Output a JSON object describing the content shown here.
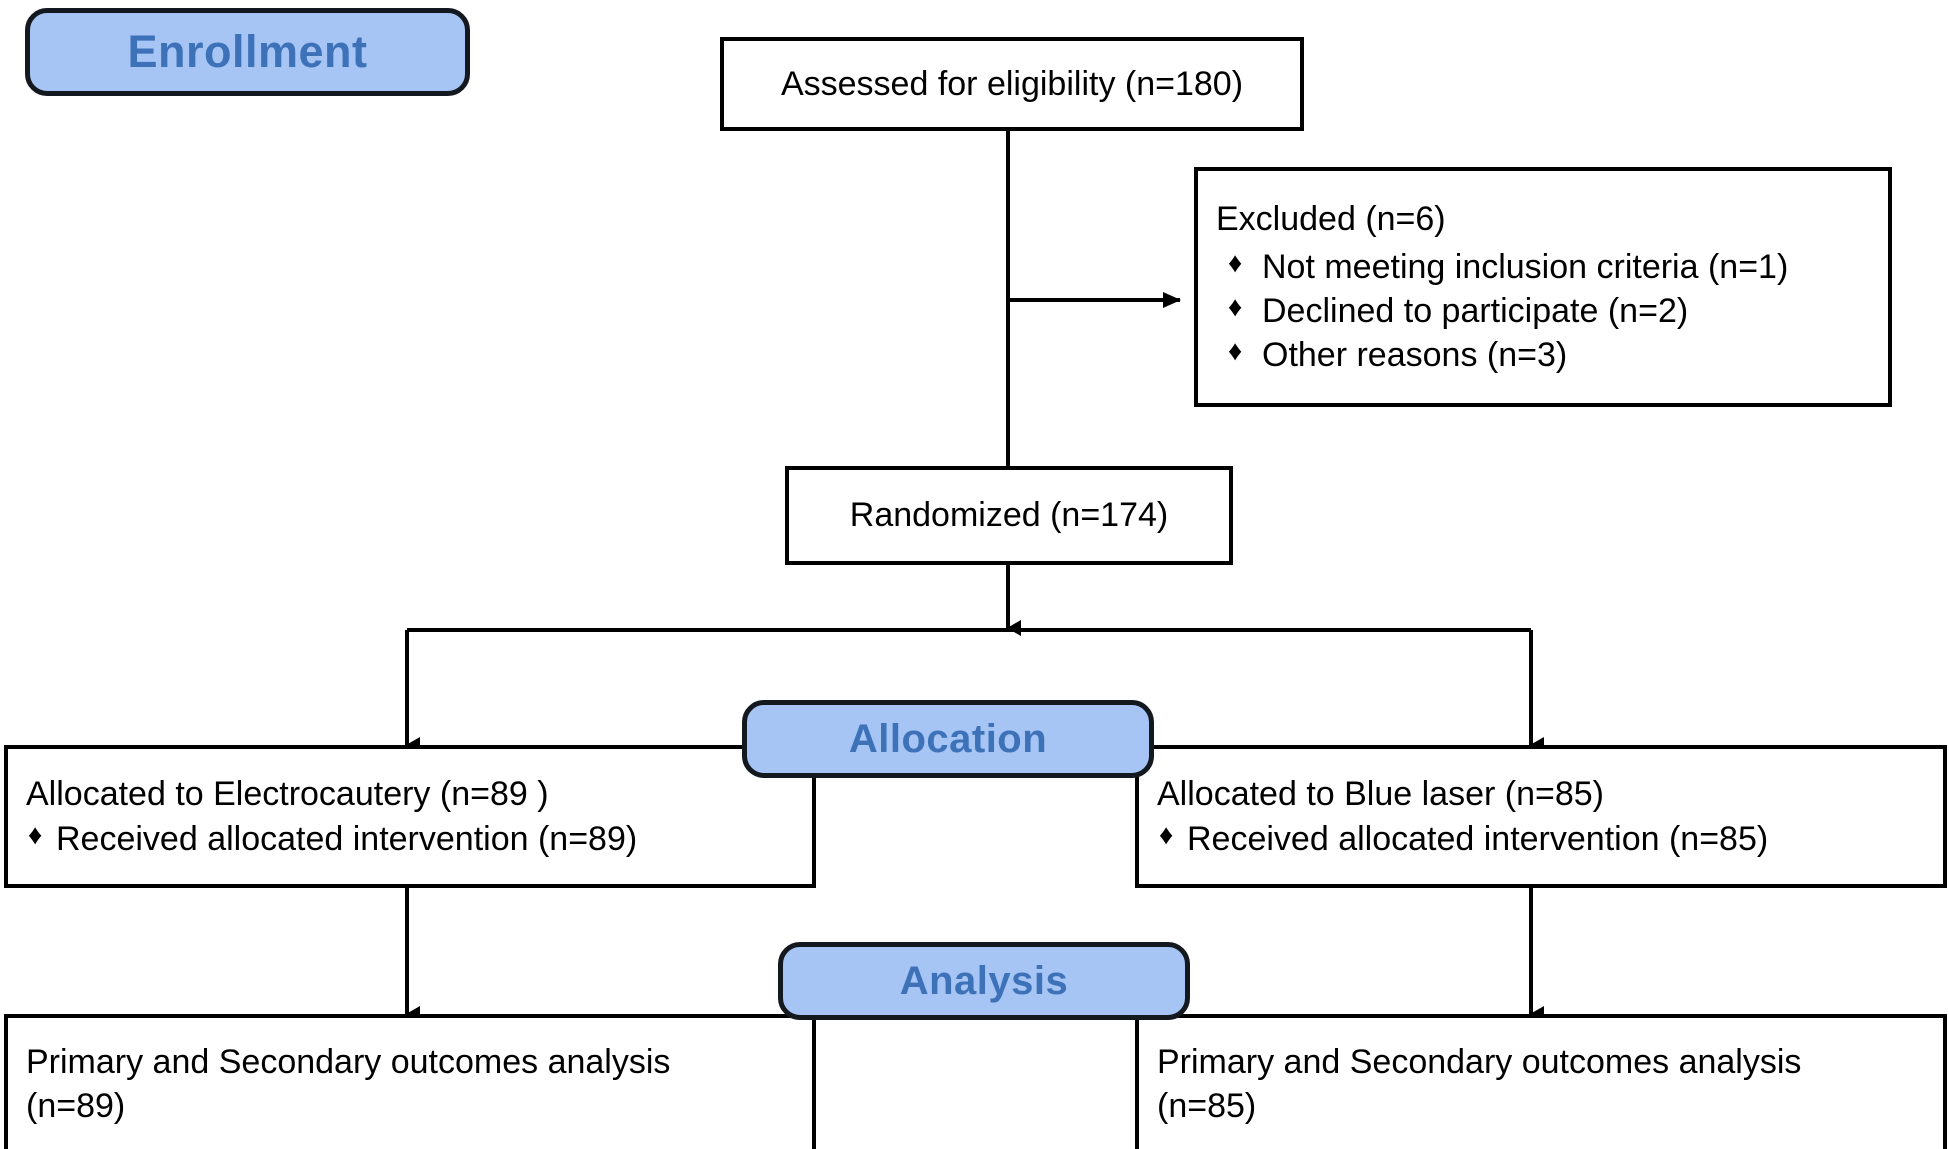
{
  "diagram": {
    "title": "CONSORT participant flow diagram",
    "type": "flowchart",
    "colors": {
      "banner_fill": "#a6c4f4",
      "banner_border": "#13191f",
      "banner_text": "#3d72b8",
      "box_border": "#000000",
      "box_fill": "#ffffff",
      "connector": "#000000"
    }
  },
  "banners": {
    "enrollment": "Enrollment",
    "allocation": "Allocation",
    "analysis": "Analysis"
  },
  "boxes": {
    "assessed": {
      "text": "Assessed for eligibility (n=180)"
    },
    "excluded": {
      "heading": "Excluded  (n=6)",
      "reasons": [
        "Not meeting inclusion criteria (n=1)",
        "Declined to participate (n=2)",
        "Other reasons (n=3)"
      ],
      "bullet": "♦"
    },
    "randomized": {
      "text": "Randomized (n=174)"
    },
    "allocated_left": {
      "heading": "Allocated to Electrocautery (n=89 )",
      "items": [
        "Received allocated intervention (n=89)"
      ],
      "bullet": "♦"
    },
    "allocated_right": {
      "heading": "Allocated to Blue laser (n=85)",
      "items": [
        "Received allocated intervention (n=85)"
      ],
      "bullet": "♦"
    },
    "analysis_left": {
      "line1": "Primary and Secondary outcomes analysis",
      "line2": "(n=89)"
    },
    "analysis_right": {
      "line1": "Primary and Secondary outcomes analysis",
      "line2": "(n=85)"
    }
  },
  "chart_data": {
    "type": "flow",
    "title": "CONSORT flow diagram",
    "stages": [
      {
        "stage": "Enrollment",
        "node": "Assessed for eligibility",
        "n": 180
      },
      {
        "stage": "Enrollment",
        "node": "Excluded",
        "n": 6,
        "breakdown": [
          {
            "reason": "Not meeting inclusion criteria",
            "n": 1
          },
          {
            "reason": "Declined to participate",
            "n": 2
          },
          {
            "reason": "Other reasons",
            "n": 3
          }
        ]
      },
      {
        "stage": "Enrollment",
        "node": "Randomized",
        "n": 174
      },
      {
        "stage": "Allocation",
        "node": "Allocated to Electrocautery",
        "n": 89,
        "received_intervention": 89
      },
      {
        "stage": "Allocation",
        "node": "Allocated to Blue laser",
        "n": 85,
        "received_intervention": 85
      },
      {
        "stage": "Analysis",
        "node": "Primary and Secondary outcomes analysis (Electrocautery)",
        "n": 89
      },
      {
        "stage": "Analysis",
        "node": "Primary and Secondary outcomes analysis (Blue laser)",
        "n": 85
      }
    ]
  }
}
